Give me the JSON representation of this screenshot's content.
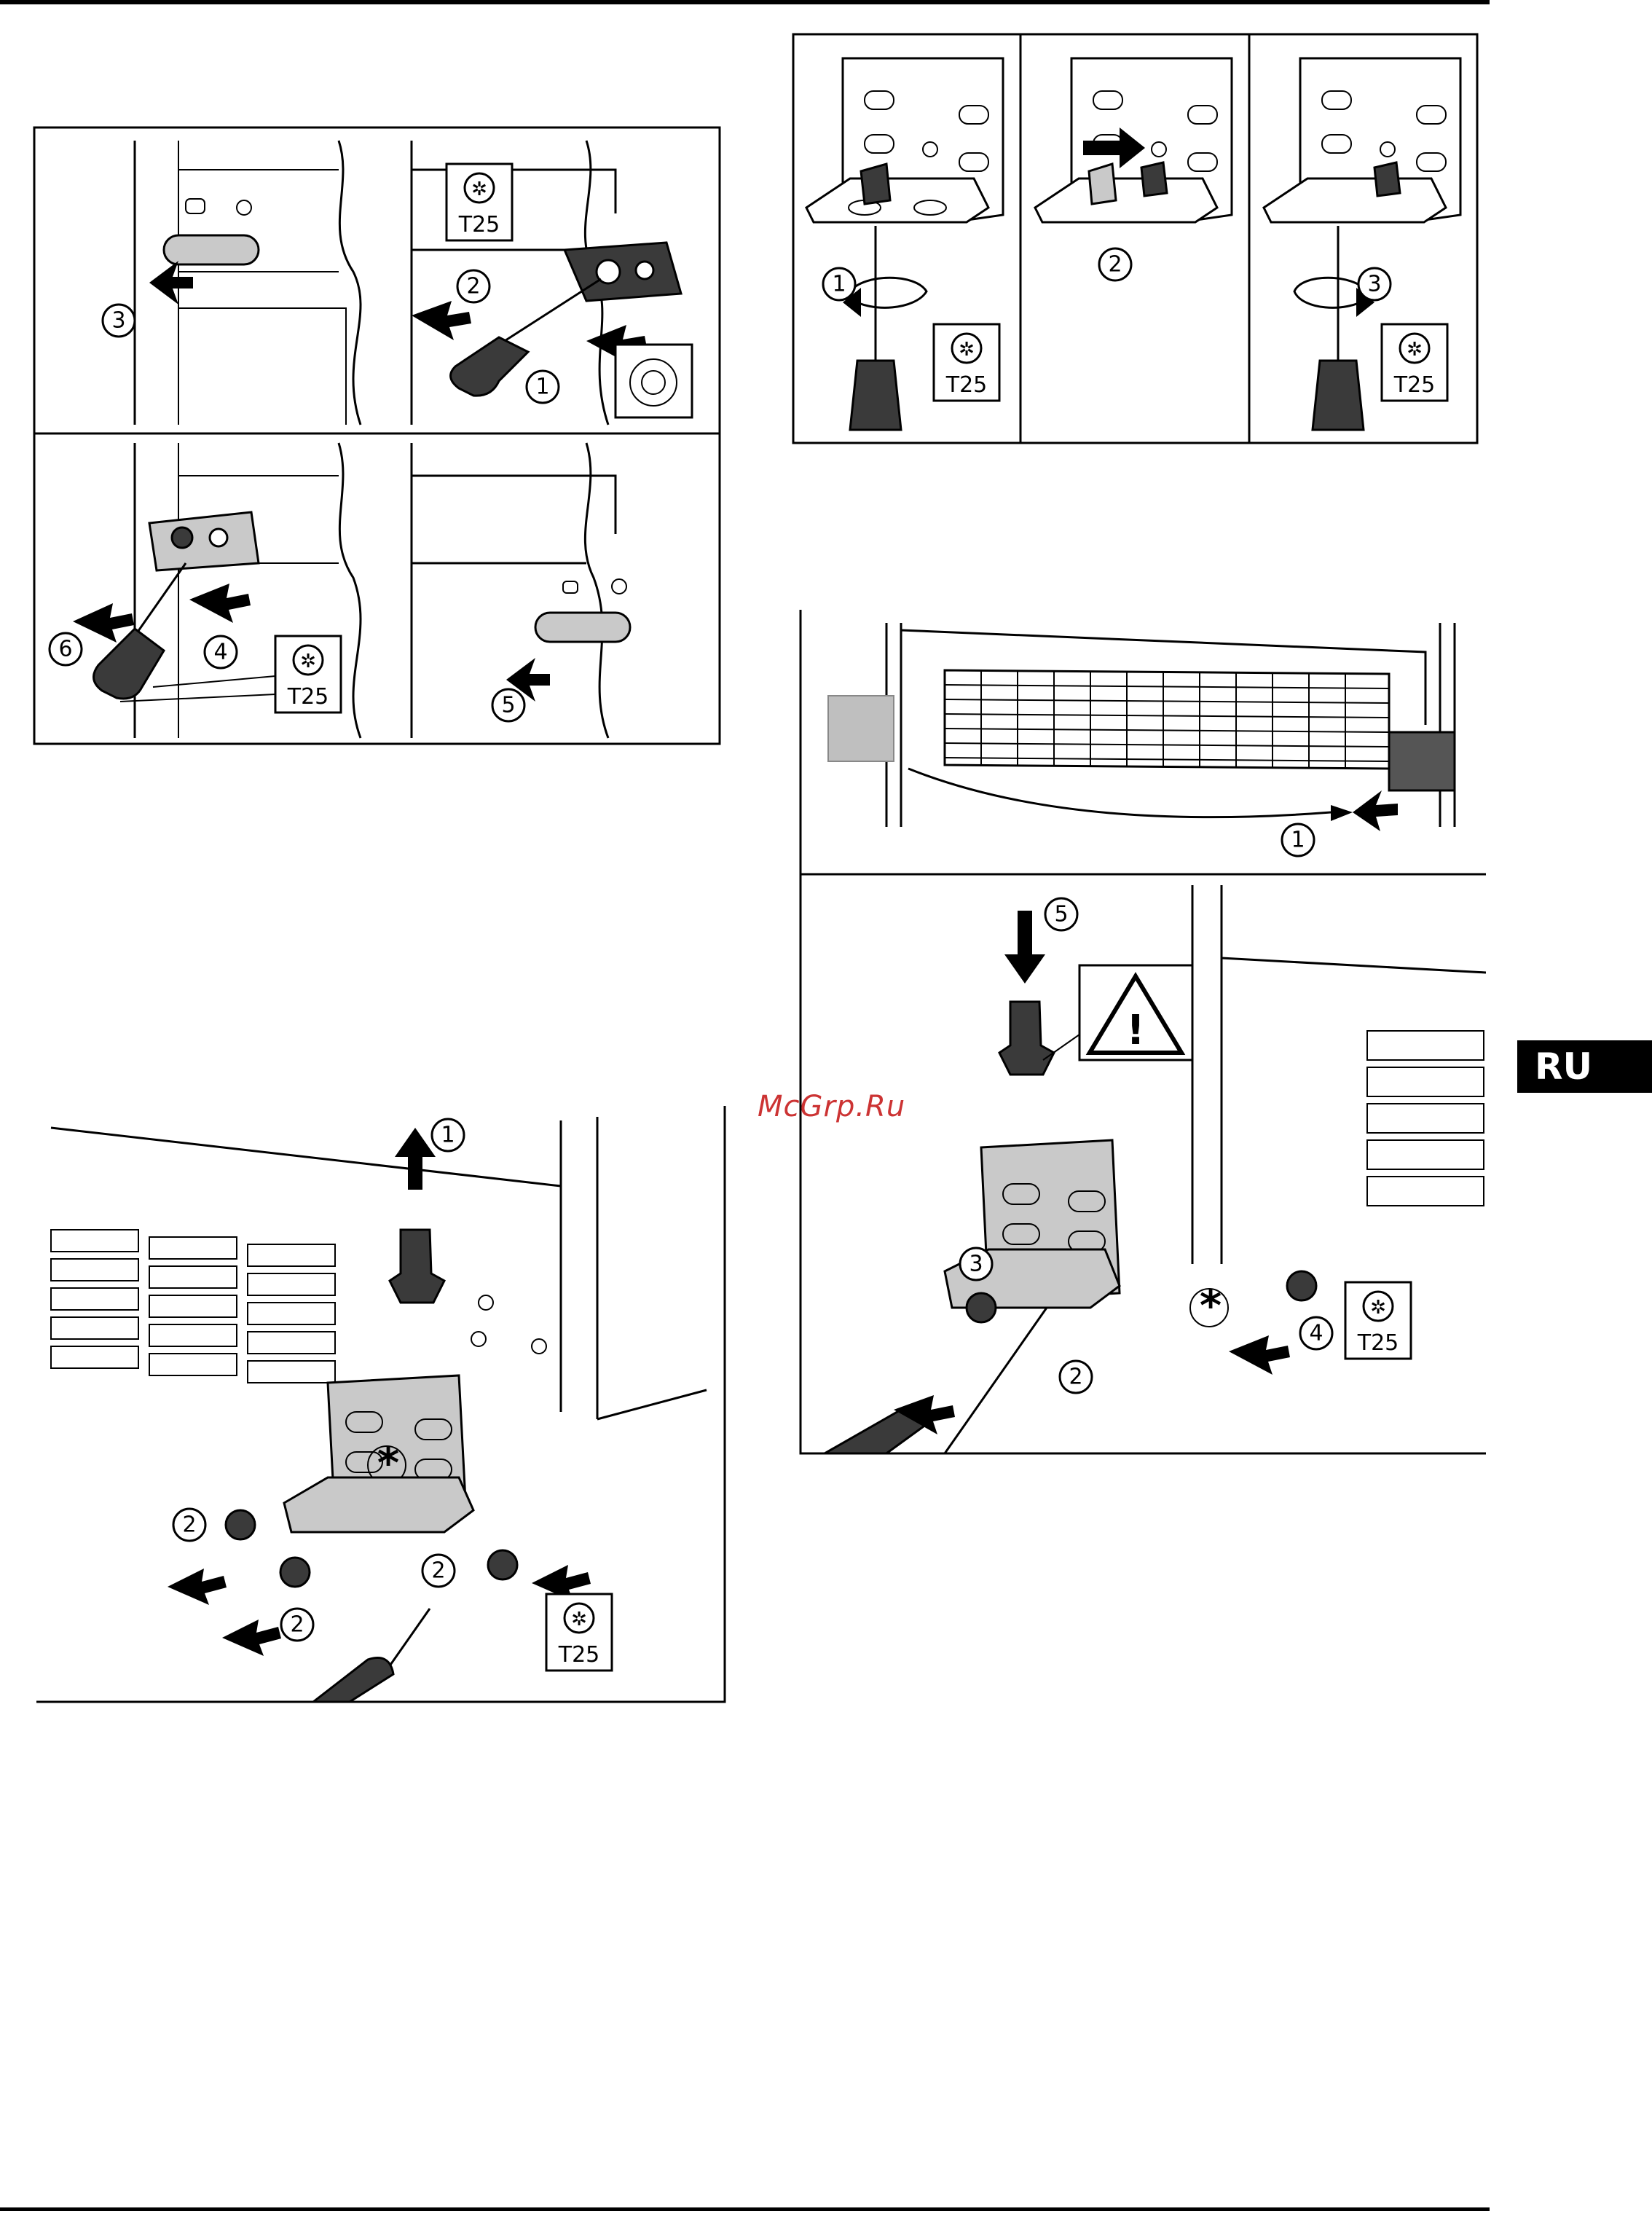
{
  "page": {
    "tab_label": "RU",
    "watermark": "McGrp.Ru"
  },
  "figures": {
    "top_left": {
      "tool": "T25",
      "callouts": [
        "1",
        "2",
        "3",
        "4",
        "5",
        "6"
      ]
    },
    "top_right": {
      "tool": "T25",
      "callouts": [
        "1",
        "2",
        "3"
      ]
    },
    "middle_right": {
      "tool": "T25",
      "callouts": [
        "1",
        "2",
        "3",
        "4",
        "5"
      ],
      "symbols": [
        "warning-triangle",
        "asterisk"
      ]
    },
    "bottom_left": {
      "tool": "T25",
      "callouts": [
        "1",
        "2",
        "2",
        "2"
      ],
      "symbols": [
        "asterisk"
      ]
    }
  },
  "icons": [
    "torx-star-icon",
    "warning-triangle-icon",
    "asterisk-icon",
    "arrow-icon",
    "screwdriver-icon"
  ]
}
